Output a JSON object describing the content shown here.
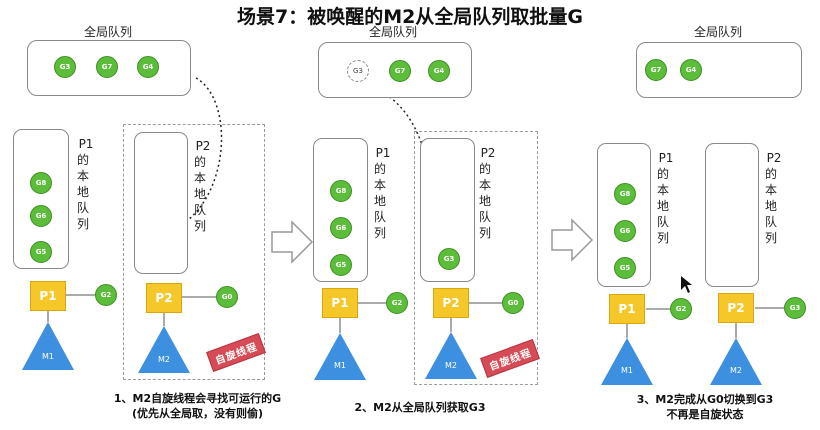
{
  "title": "场景7：被唤醒的M2从全局队列取批量G",
  "global_queue_label": "全局队列",
  "p1_local_queue_label": [
    "P1",
    "的",
    "本",
    "地",
    "队",
    "列"
  ],
  "p2_local_queue_label": [
    "P2",
    "的",
    "本",
    "地",
    "队",
    "列"
  ],
  "spinning_stamp": "自旋线程",
  "labels": {
    "p1": "P1",
    "p2": "P2",
    "m1": "M1",
    "m2": "M2"
  },
  "goroutines": {
    "g0": "G0",
    "g2": "G2",
    "g3": "G3",
    "g4": "G4",
    "g5": "G5",
    "g6": "G6",
    "g7": "G7",
    "g8": "G8"
  },
  "captions": {
    "step1_line1": "1、M2自旋线程会寻找可运行的G",
    "step1_line2": "(优先从全局取，没有则偷)",
    "step2_line1": "2、M2从全局队列获取G3",
    "step3_line1": "3、M2完成从G0切换到G3",
    "step3_line2": "不再是自旋状态"
  },
  "colors": {
    "goroutine": "#5cbd3a",
    "processor": "#f6c728",
    "machine": "#3d8fe0",
    "stamp": "#d64b55"
  }
}
